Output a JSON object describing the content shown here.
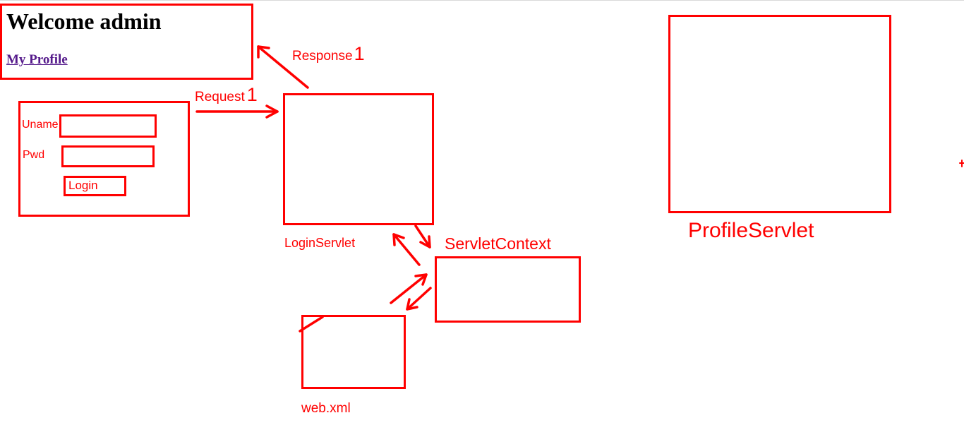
{
  "welcome_page": {
    "title": "Welcome admin",
    "link": "My Profile"
  },
  "login_form": {
    "username_label": "Uname",
    "password_label": "Pwd",
    "button_label": "Login"
  },
  "labels": {
    "request": "Request",
    "request_num": "1",
    "response": "Response",
    "response_num": "1",
    "login_servlet": "LoginServlet",
    "servlet_context": "ServletContext",
    "web_xml": "web.xml",
    "profile_servlet": "ProfileServlet"
  },
  "colors": {
    "annotation": "#ff0000",
    "link": "#551a8b",
    "heading": "#000000"
  }
}
